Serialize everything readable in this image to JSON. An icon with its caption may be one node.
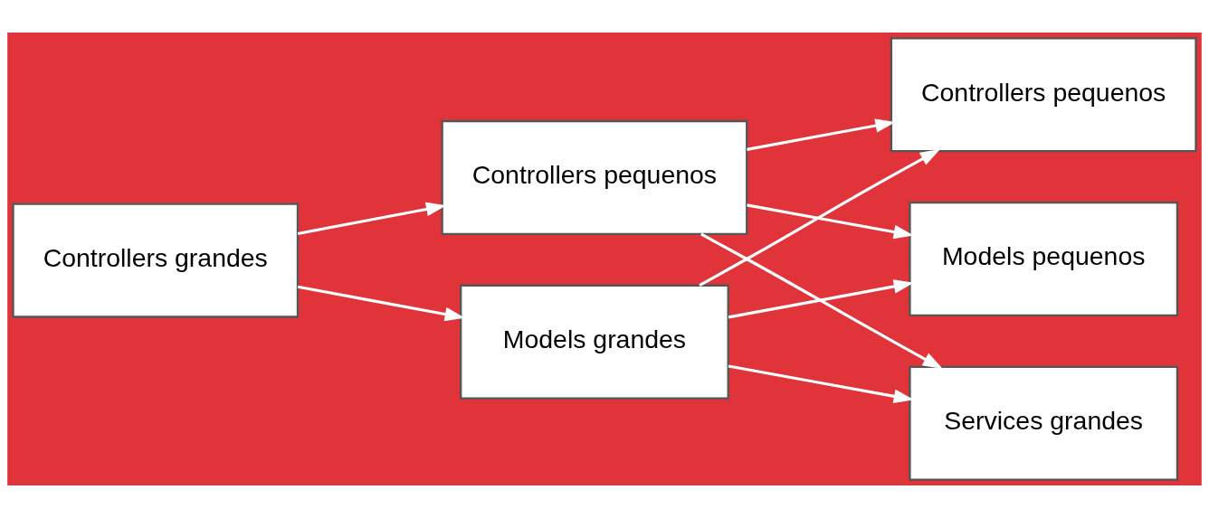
{
  "diagram": {
    "nodes": [
      {
        "text": [
          "Controllers grandes"
        ]
      },
      {
        "text": [
          "Controllers pequenos"
        ]
      },
      {
        "text": [
          "Models grandes"
        ]
      },
      {
        "text": [
          "Controllers pequenos"
        ]
      },
      {
        "text": [
          "Models pequenos"
        ]
      },
      {
        "text": [
          "Services grandes"
        ]
      }
    ],
    "edges": [
      {
        "from": 0,
        "to": 1,
        "arrow": "to"
      },
      {
        "from": 0,
        "to": 2,
        "arrow": "to"
      },
      {
        "from": 1,
        "to": 3,
        "arrow": "to"
      },
      {
        "from": 1,
        "to": 4,
        "arrow": "to"
      },
      {
        "from": 1,
        "to": 5,
        "arrow": "to"
      },
      {
        "from": 2,
        "to": 3,
        "arrow": "to"
      },
      {
        "from": 2,
        "to": 4,
        "arrow": "to"
      },
      {
        "from": 2,
        "to": 5,
        "arrow": "to"
      }
    ]
  }
}
